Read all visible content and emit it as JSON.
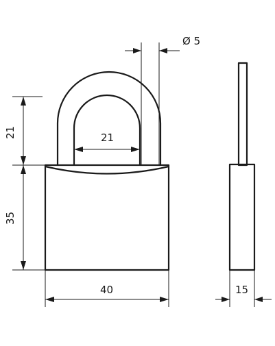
{
  "drawing": {
    "dimensions": {
      "shackle_diameter": "Ø 5",
      "shackle_height": "21",
      "shackle_inner_width": "21",
      "body_height": "35",
      "body_width": "40",
      "body_thickness": "15"
    }
  }
}
